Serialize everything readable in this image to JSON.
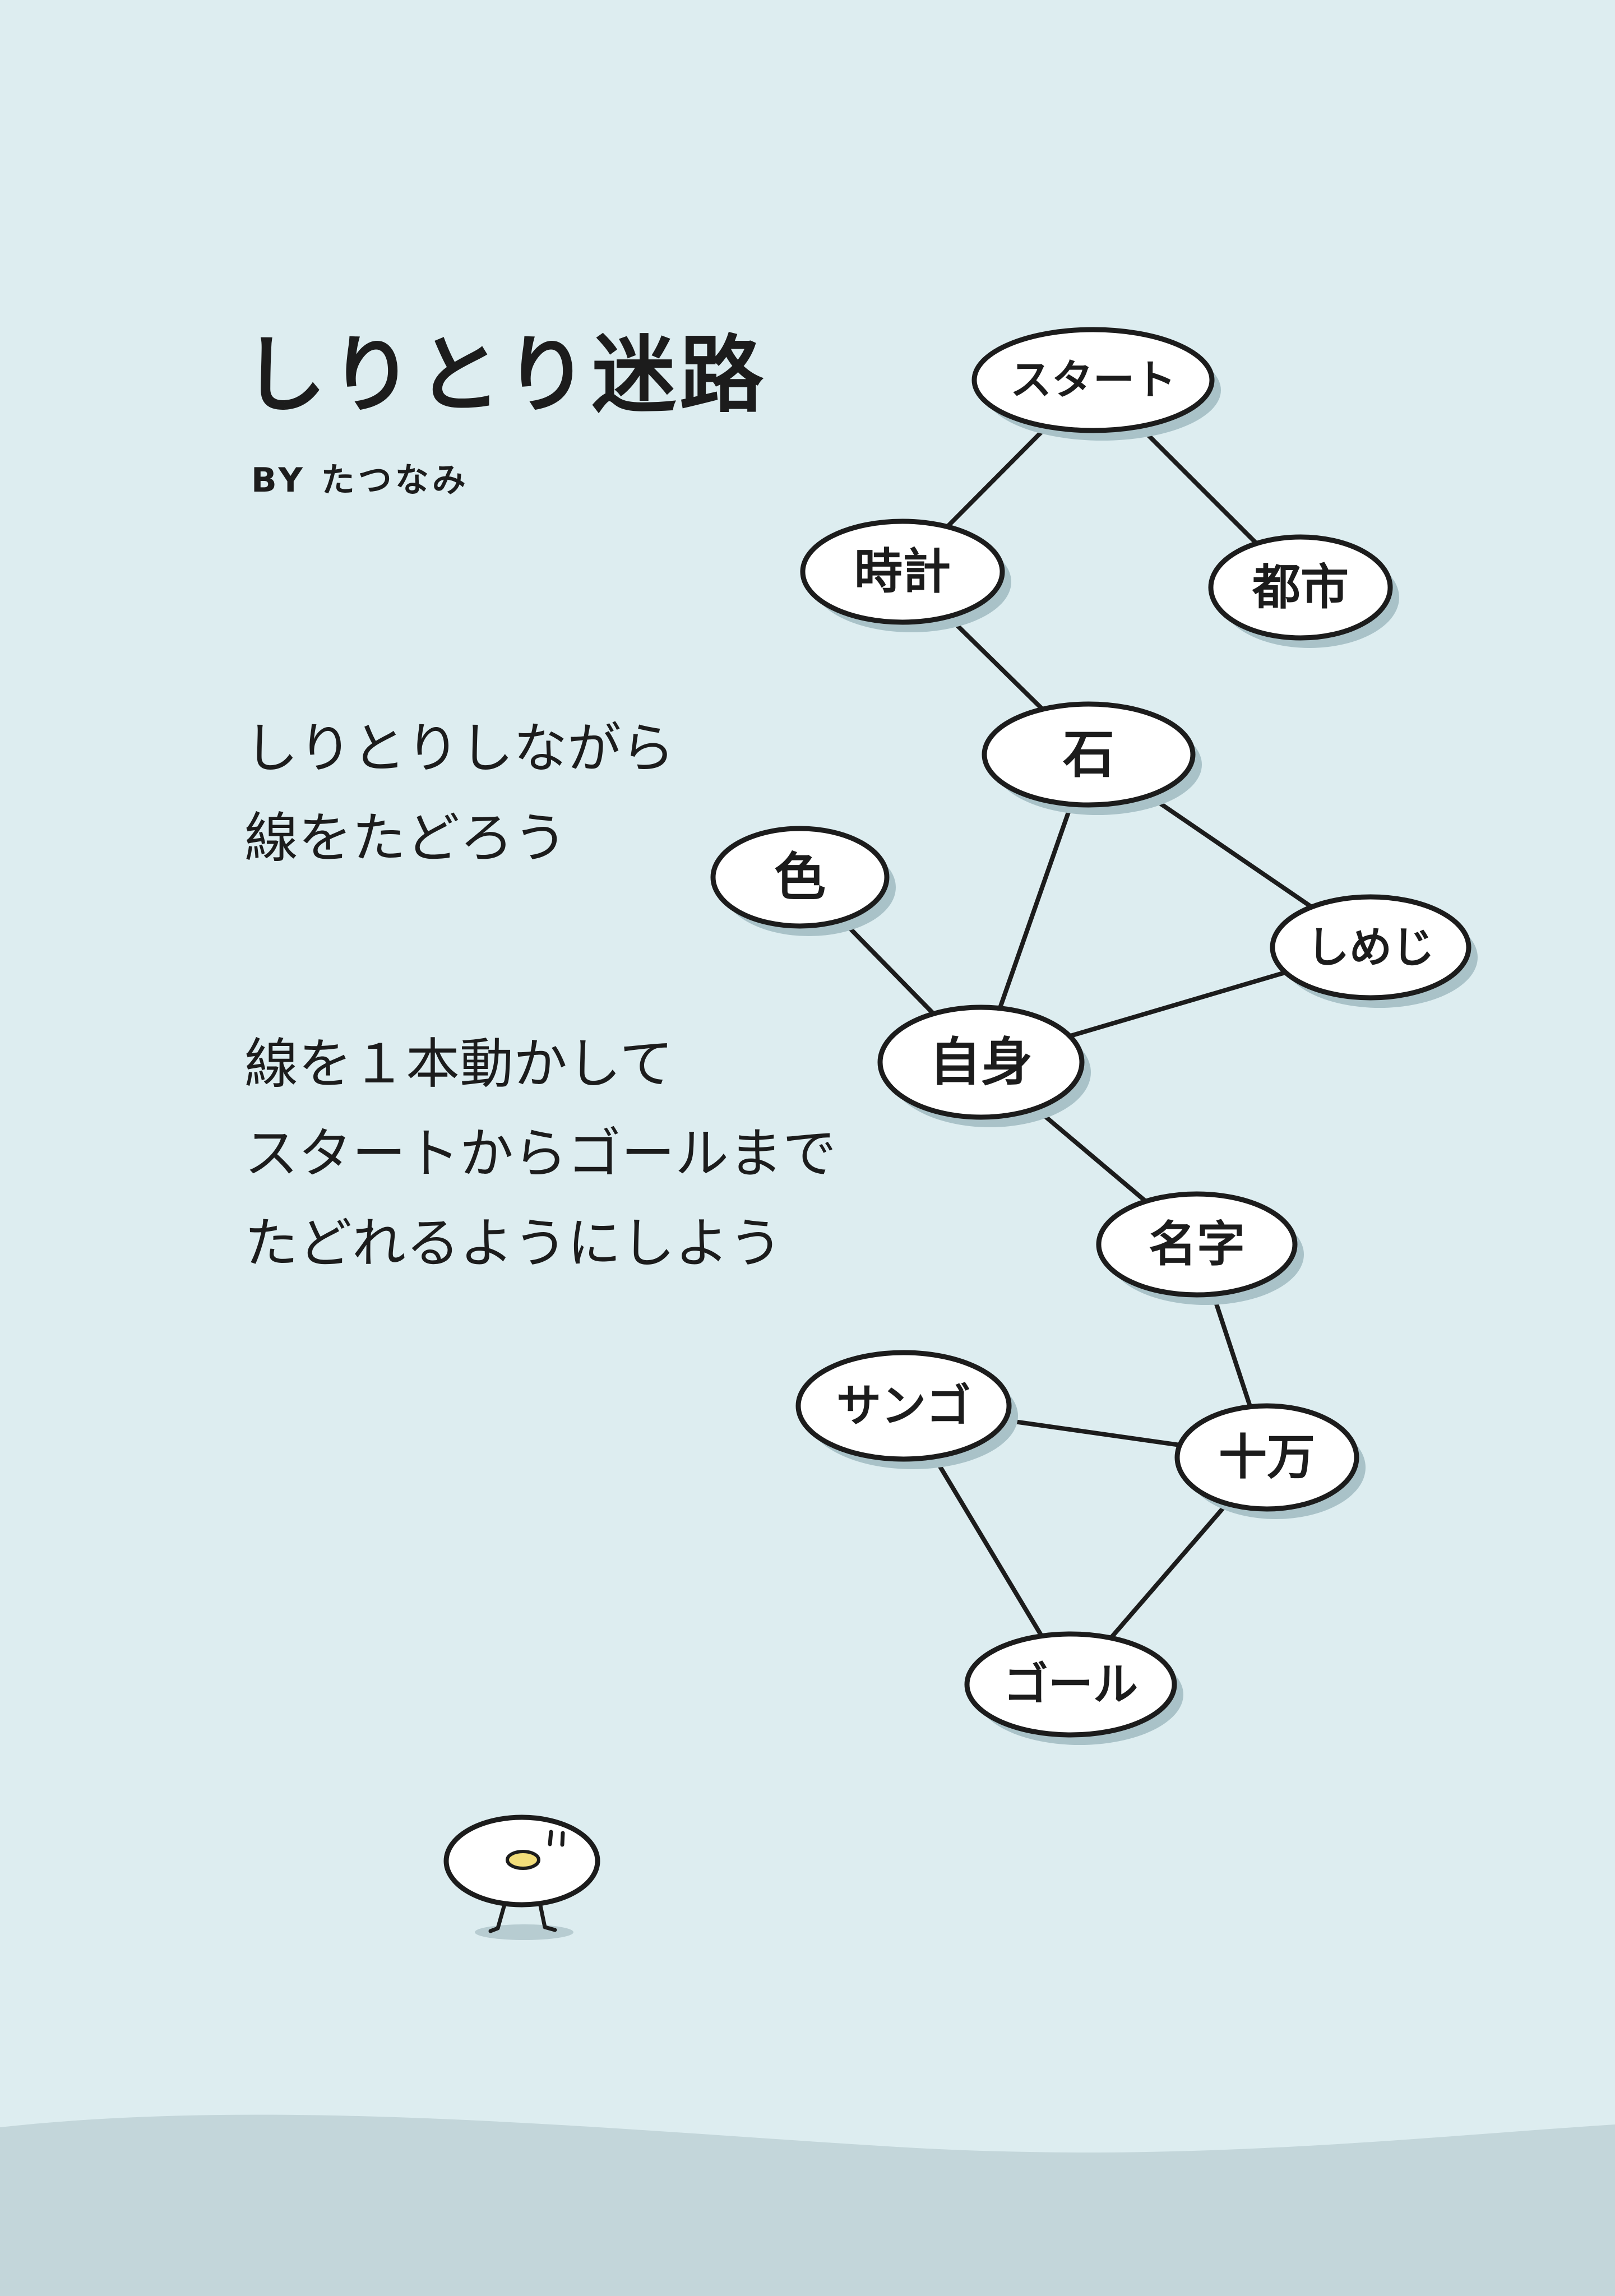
{
  "title": "しりとり迷路",
  "byline": "BY たつなみ",
  "instructions": [
    [
      "しりとりしながら",
      "線をたどろう"
    ],
    [
      "線を１本動かして",
      "スタートからゴールまで",
      "たどれるようにしよう"
    ]
  ],
  "colors": {
    "background": "#ddedf0",
    "ground": "#c3d6da",
    "node_fill": "#ffffff",
    "node_shadow": "#a9c2c8",
    "ink": "#1c1c1c",
    "character_beak": "#f2dd7a"
  },
  "maze": {
    "nodes": [
      {
        "id": "start",
        "label": "スタート"
      },
      {
        "id": "tokei",
        "label": "時計"
      },
      {
        "id": "toshi",
        "label": "都市"
      },
      {
        "id": "ishi",
        "label": "石"
      },
      {
        "id": "iro",
        "label": "色"
      },
      {
        "id": "shimeji",
        "label": "しめじ"
      },
      {
        "id": "jishin",
        "label": "自身"
      },
      {
        "id": "myouji",
        "label": "名字"
      },
      {
        "id": "sango",
        "label": "サンゴ"
      },
      {
        "id": "juuman",
        "label": "十万"
      },
      {
        "id": "goal",
        "label": "ゴール"
      }
    ],
    "edges": [
      [
        "start",
        "tokei"
      ],
      [
        "start",
        "toshi"
      ],
      [
        "tokei",
        "ishi"
      ],
      [
        "ishi",
        "jishin"
      ],
      [
        "ishi",
        "shimeji"
      ],
      [
        "shimeji",
        "jishin"
      ],
      [
        "iro",
        "jishin"
      ],
      [
        "jishin",
        "myouji"
      ],
      [
        "myouji",
        "juuman"
      ],
      [
        "sango",
        "juuman"
      ],
      [
        "sango",
        "goal"
      ],
      [
        "juuman",
        "goal"
      ]
    ]
  }
}
